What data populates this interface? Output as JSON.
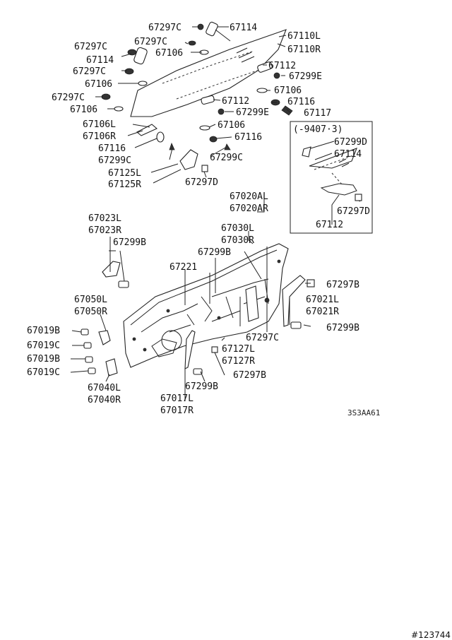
{
  "labels": {
    "p67297C_a": "67297C",
    "p67114_a": "67114",
    "p67110L": "67110L",
    "p67297C_b": "67297C",
    "p67297C_c": "67297C",
    "p67106_a": "67106",
    "p67110R": "67110R",
    "p67114_b": "67114",
    "p67112_a": "67112",
    "p67297C_d": "67297C",
    "p67299E_a": "67299E",
    "p67106_b": "67106",
    "p67106_c": "67106",
    "p67297C_e": "67297C",
    "p67112_b": "67112",
    "p67116_a": "67116",
    "p67106_d": "67106",
    "p67299E_b": "67299E",
    "p67117": "67117",
    "p67106L": "67106L",
    "p67106_e": "67106",
    "p67106R": "67106R",
    "p67116_b": "67116",
    "p67116_c": "67116",
    "p67299C_a": "67299C",
    "p67299C_b": "67299C",
    "p67125L": "67125L",
    "p67125R": "67125R",
    "p67297D_a": "67297D",
    "inset_title": "(-9407·3)",
    "p67299D": "67299D",
    "p67114_c": "67114",
    "p67297D_b": "67297D",
    "p67112_c": "67112",
    "p67020AL": "67020AL",
    "p67020AR": "67020AR",
    "p67023L": "67023L",
    "p67023R": "67023R",
    "p67030L": "67030L",
    "p67030R": "67030R",
    "p67299B_a": "67299B",
    "p67299B_b": "67299B",
    "p67221": "67221",
    "p67297B_a": "67297B",
    "p67021L": "67021L",
    "p67021R": "67021R",
    "p67050L": "67050L",
    "p67050R": "67050R",
    "p67299B_c": "67299B",
    "p67297C_f": "67297C",
    "p67019B_a": "67019B",
    "p67019C_a": "67019C",
    "p67127L": "67127L",
    "p67127R": "67127R",
    "p67019B_b": "67019B",
    "p67019C_b": "67019C",
    "p67297B_b": "67297B",
    "p67299B_d": "67299B",
    "p67040L": "67040L",
    "p67040R": "67040R",
    "p67017L": "67017L",
    "p67017R": "67017R"
  },
  "ref_code": "3S3AA61",
  "image_id": "#123744"
}
